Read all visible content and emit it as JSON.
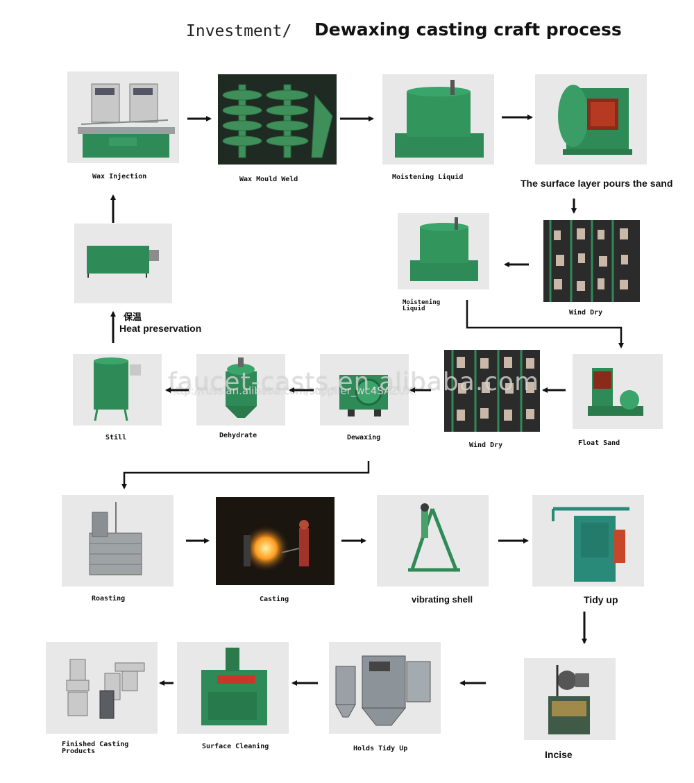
{
  "title": {
    "prefix": "Investment/",
    "main": "Dewaxing casting craft process"
  },
  "steps": {
    "wax_injection": "Wax Injection",
    "wax_mould_weld": "Wax Mould Weld",
    "moistening_liquid_1": "Moistening Liquid",
    "surface_sand": "The surface layer pours the sand",
    "moistening_liquid_2": "Moistening Liquid",
    "wind_dry_1": "Wind Dry",
    "heat_cn": "保温",
    "heat_en": "Heat preservation",
    "still": "Still",
    "dehydrate": "Dehydrate",
    "dewaxing": "Dewaxing",
    "wind_dry_2": "Wind Dry",
    "float_sand": "Float Sand",
    "roasting": "Roasting",
    "casting": "Casting",
    "vibrating_shell": "vibrating shell",
    "tidy_up": "Tidy up",
    "finished_products": "Finished Casting Products",
    "surface_cleaning": "Surface Cleaning",
    "holds_tidy_up": "Holds Tidy Up",
    "incise": "Incise"
  },
  "watermark": {
    "main": "faucet-casts.en.alibaba.com",
    "url": "http://russian.alibaba.com/supplier_wc4SAZUX"
  },
  "colors": {
    "machine_green": "#2e8b57",
    "panel_gray": "#e6e6e6",
    "arrow": "#111111"
  }
}
